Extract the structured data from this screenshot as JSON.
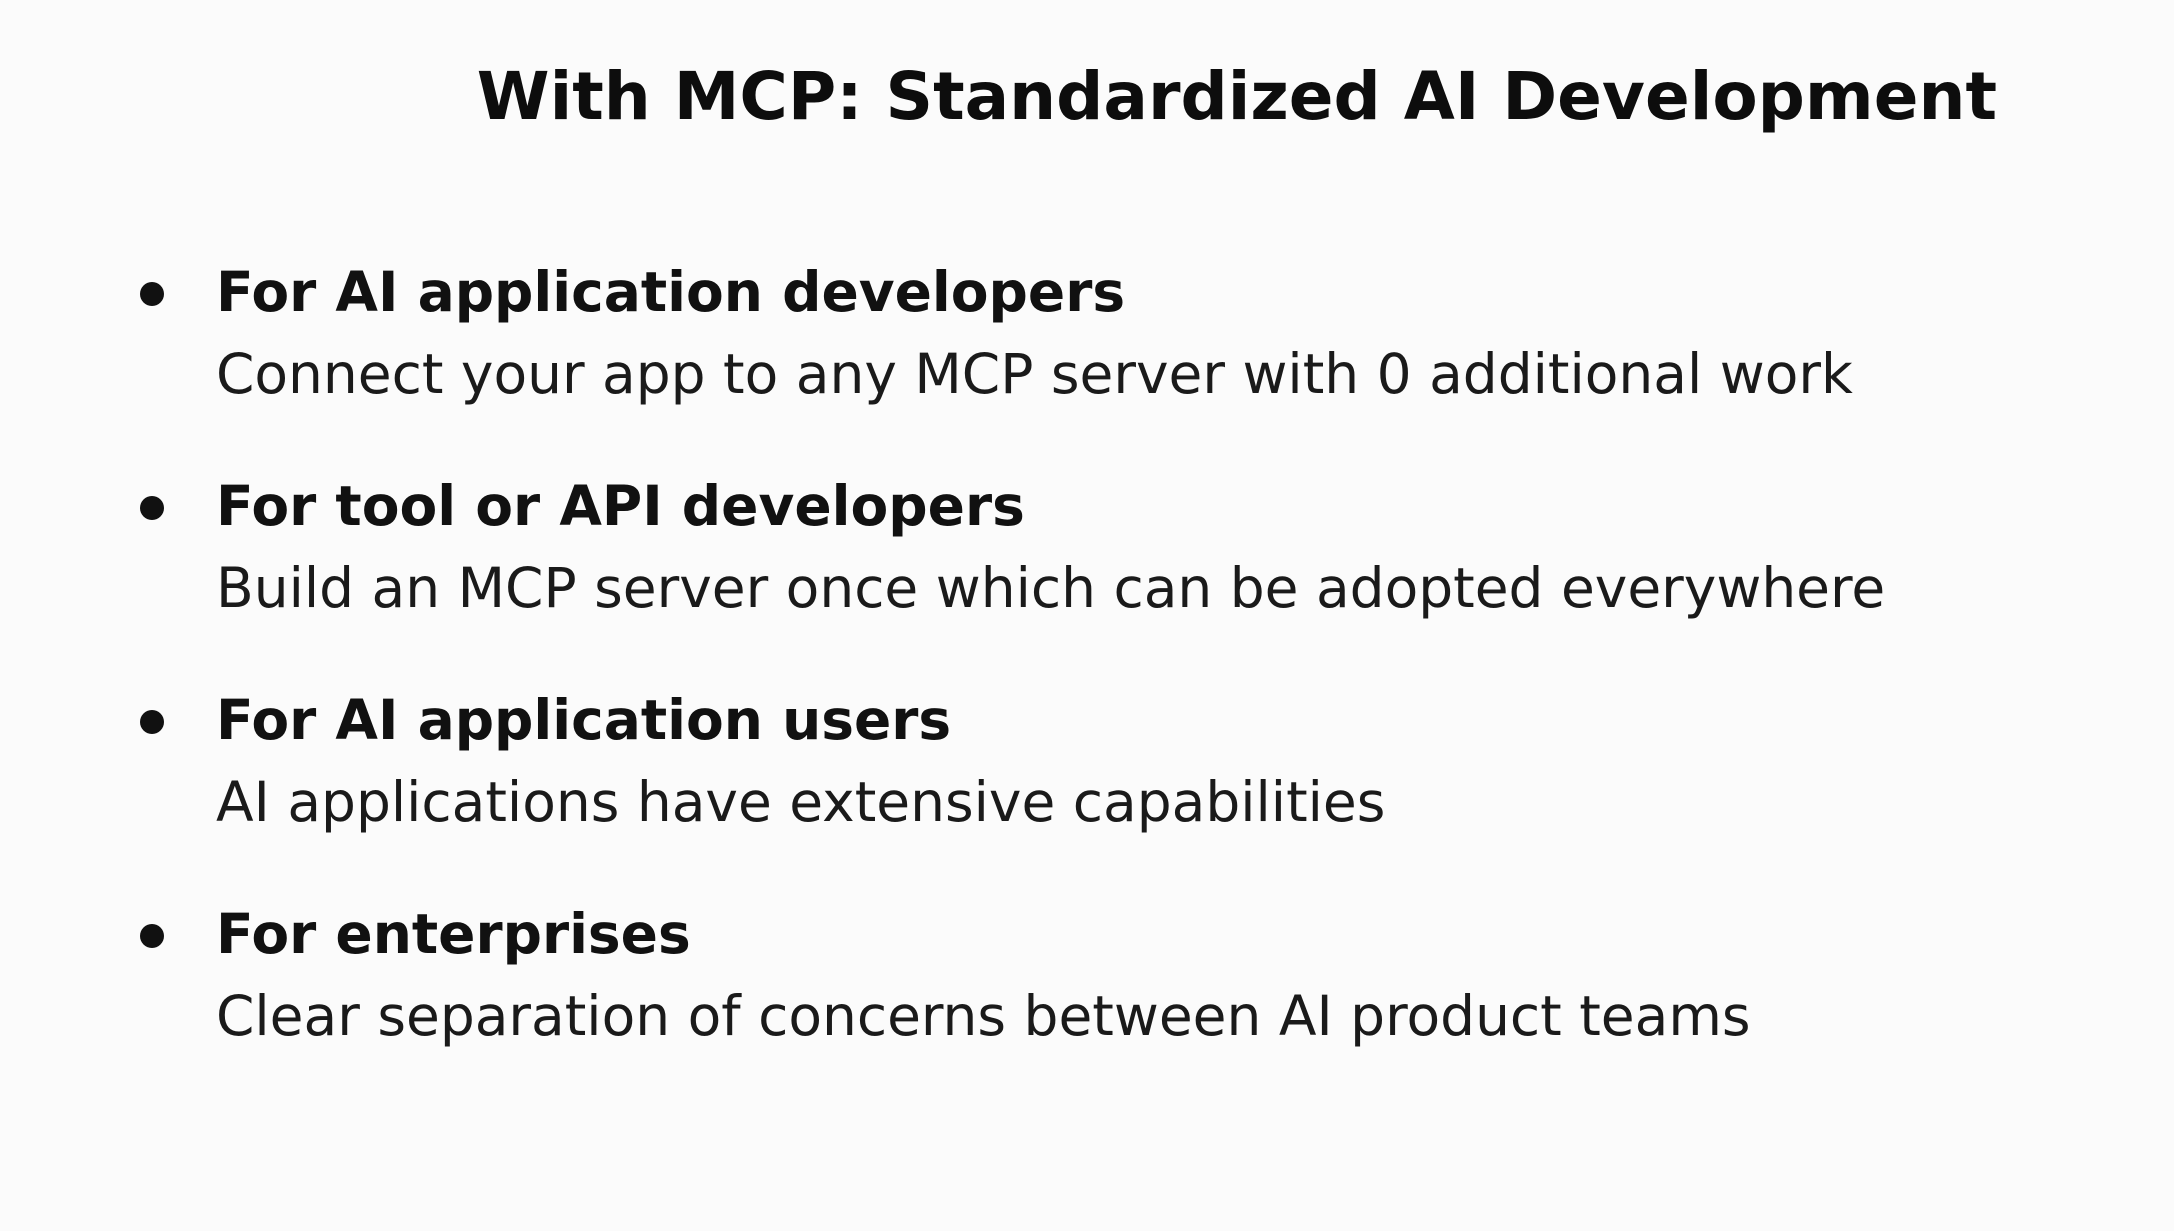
{
  "slide": {
    "title": "With MCP: Standardized AI Development",
    "bullets": [
      {
        "heading": "For AI application developers",
        "body": "Connect your app to any MCP server with 0 additional work"
      },
      {
        "heading": "For tool or API developers",
        "body": "Build an MCP server once which can be adopted everywhere"
      },
      {
        "heading": "For AI application users",
        "body": "AI applications have extensive capabilities"
      },
      {
        "heading": "For enterprises",
        "body": "Clear separation of concerns between AI product teams"
      }
    ]
  },
  "colors": {
    "background": "#fbfbfb",
    "text": "#111111"
  }
}
